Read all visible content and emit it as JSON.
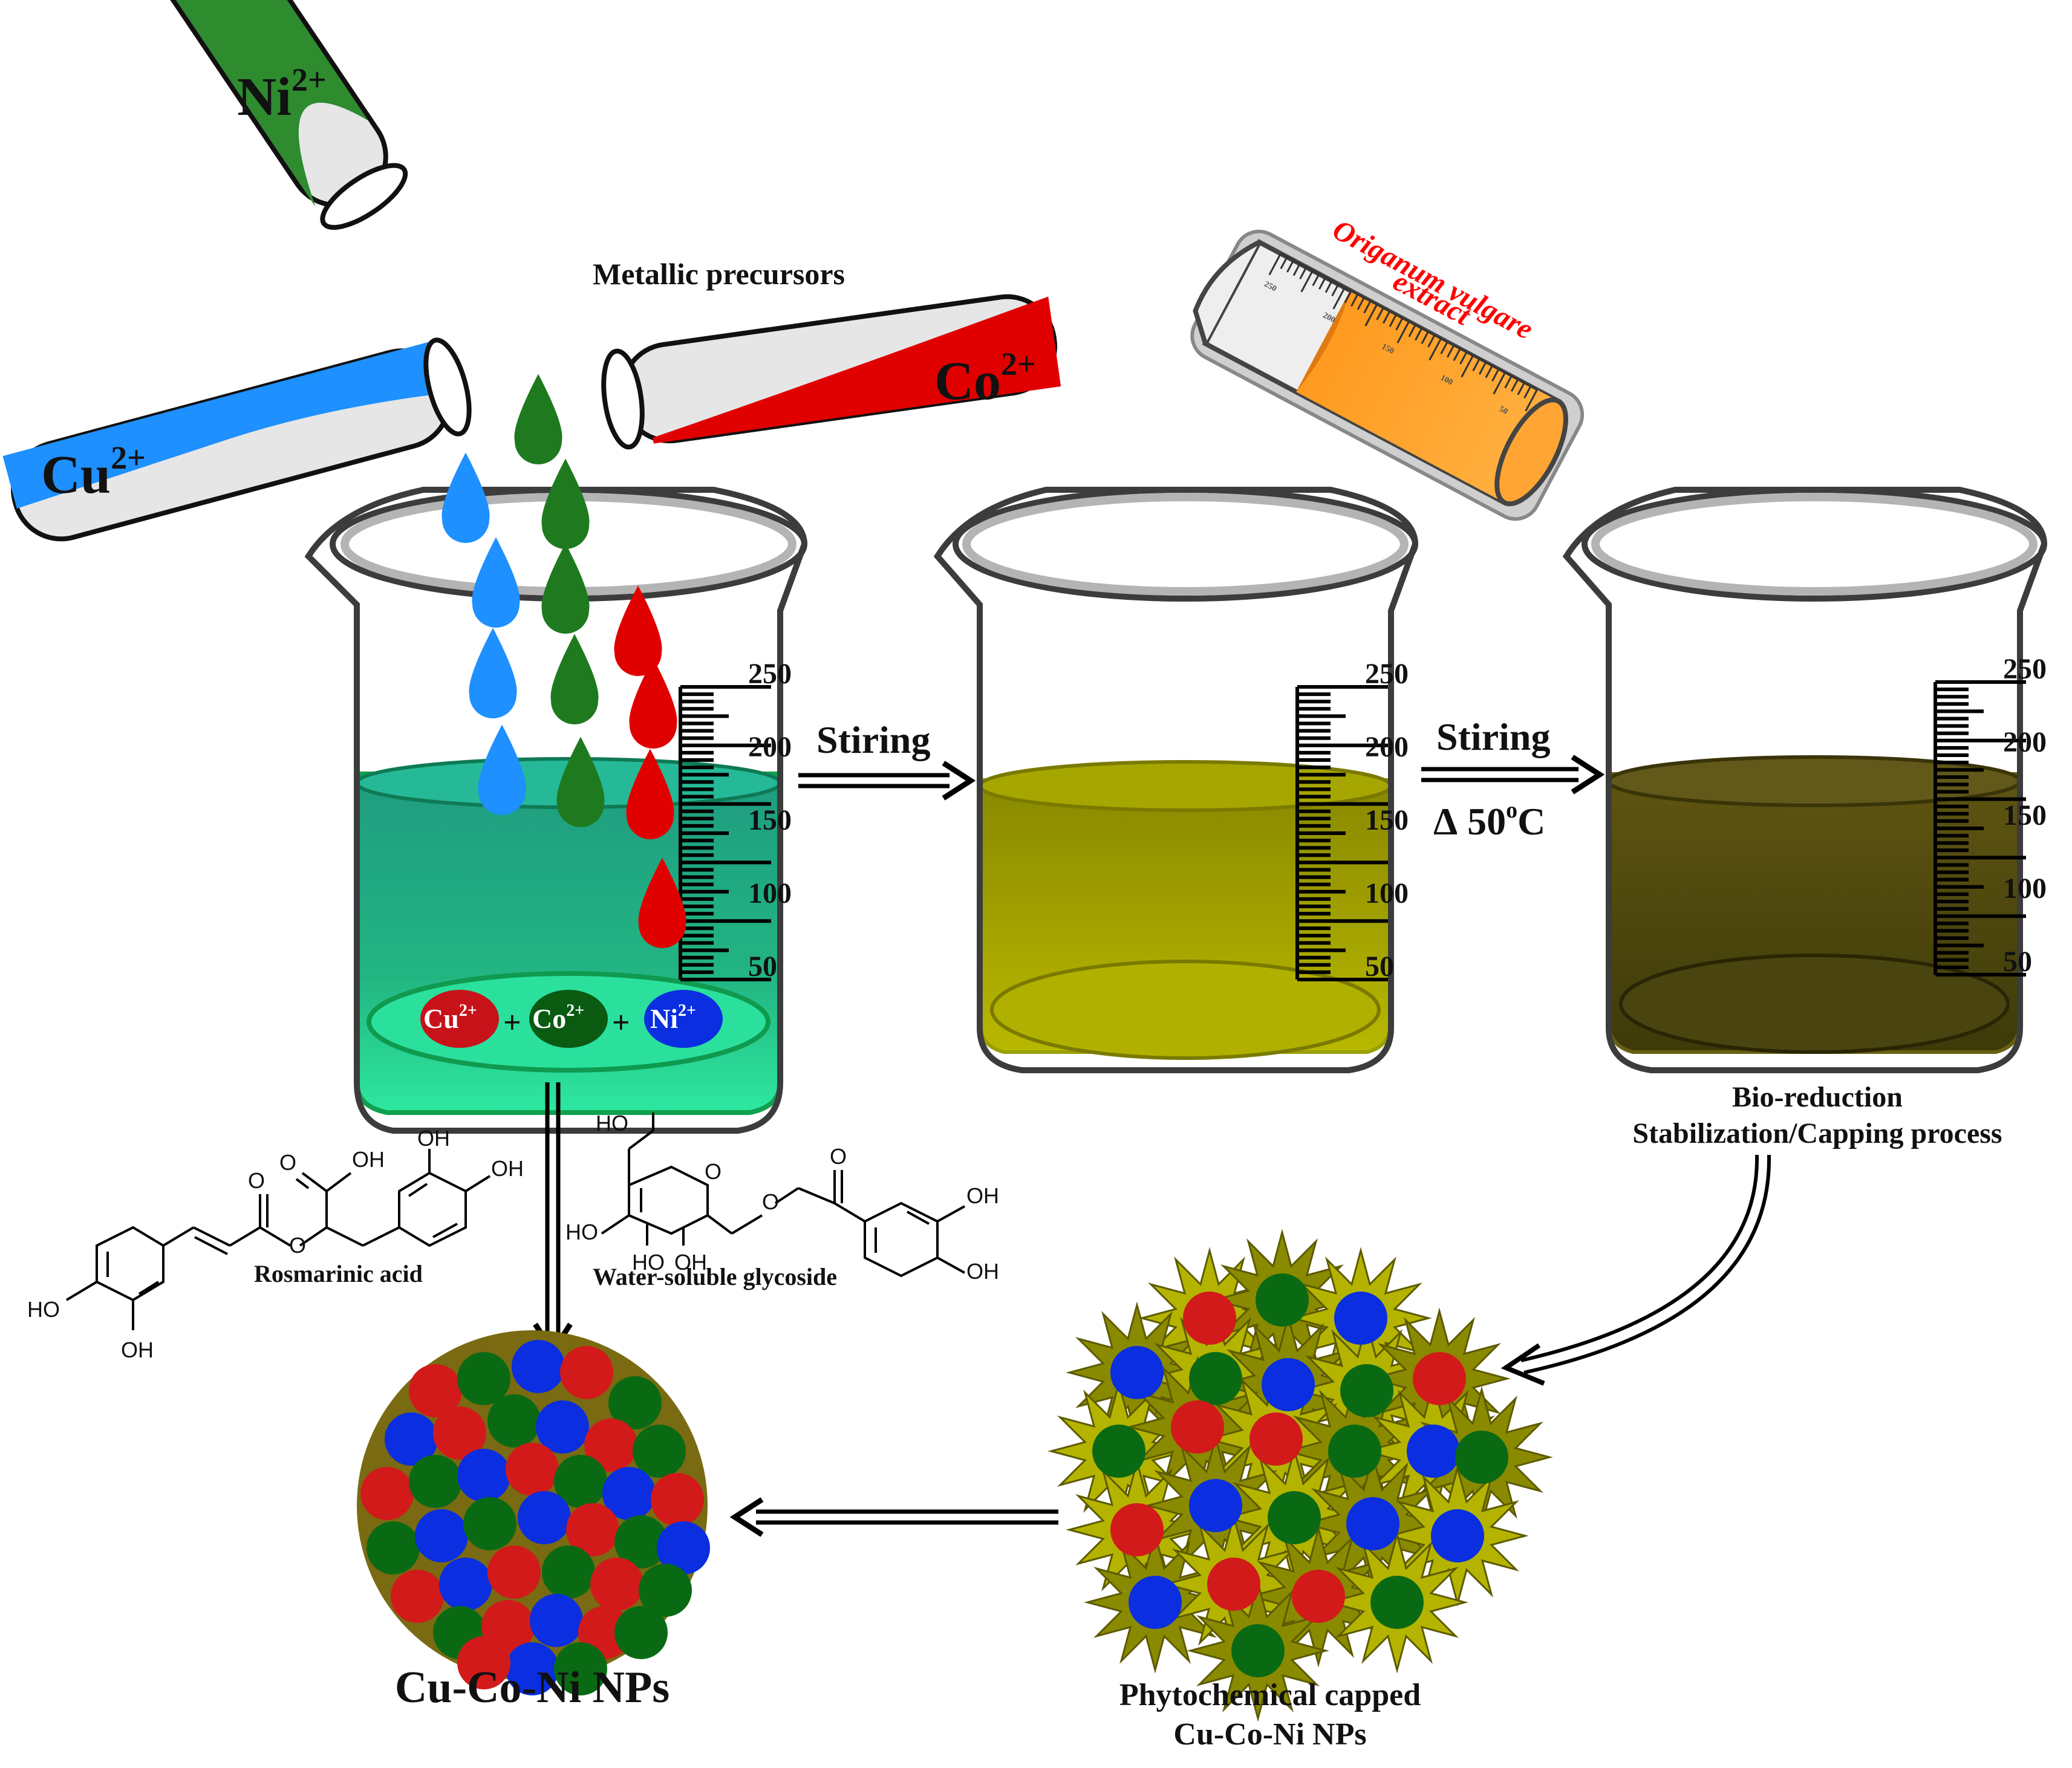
{
  "tubes": {
    "ni": {
      "base": "Ni",
      "sup": "2+",
      "color": "#2e8b2e"
    },
    "cu": {
      "base": "Cu",
      "sup": "2+",
      "color": "#1e90ff"
    },
    "co": {
      "base": "Co",
      "sup": "2+",
      "color": "#e00000"
    }
  },
  "labels": {
    "metallic_precursors": "Metallic precursors",
    "extract_line1": "Origanum vulgare",
    "extract_line2": "extract",
    "stirring1": "Stiring",
    "stirring2": "Stiring",
    "heat_delta": "Δ",
    "heat_value": "50",
    "heat_sup": "o",
    "heat_unit": "C",
    "bioreduction_line1": "Bio-reduction",
    "bioreduction_line2": "Stabilization/Capping process",
    "rosmarinic": "Rosmarinic acid",
    "glycoside": "Water-soluble glycoside",
    "np_left": "Cu-Co-Ni  NPs",
    "np_capped_line1": "Phytochemical capped",
    "np_capped_line2": "Cu-Co-Ni NPs"
  },
  "scale_ticks": [
    "250",
    "200",
    "150",
    "100",
    "50"
  ],
  "ion_mix": {
    "cu": {
      "base": "Cu",
      "sup": "2+"
    },
    "co": {
      "base": "Co",
      "sup": "2+"
    },
    "ni": {
      "base": "Ni",
      "sup": "2+"
    },
    "plus": "+"
  },
  "chem_labels": {
    "oh": "OH",
    "ho": "HO",
    "o": "O"
  },
  "cylinder_ticks": [
    "250",
    "200",
    "150",
    "100",
    "50"
  ],
  "colors": {
    "green_solution": "#1fa077",
    "yellow_solution": "#9a9a00",
    "dark_solution": "#5a5210",
    "cu_red": "#d21a1a",
    "co_green": "#0a6a14",
    "ni_blue": "#0a2ee0",
    "extract_orange": "#ff9a1f",
    "extract_red_text": "#ff0000"
  }
}
